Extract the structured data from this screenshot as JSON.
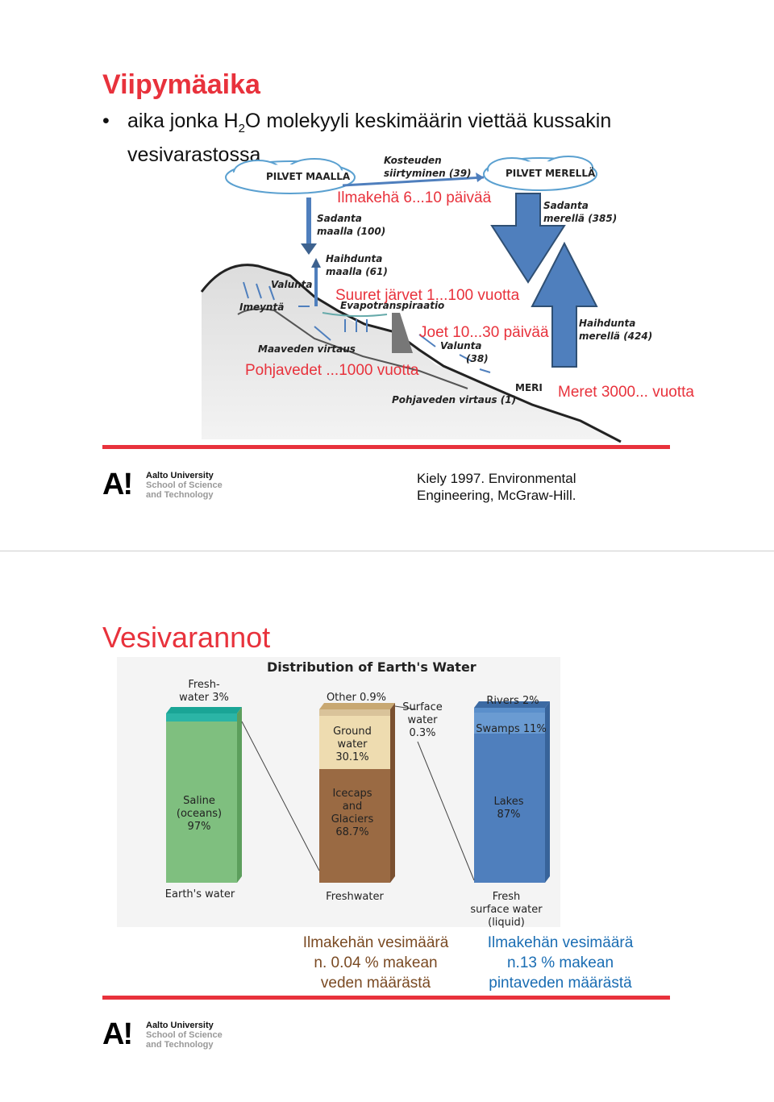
{
  "slide1": {
    "title": "Viipymäaika",
    "bullet_before": "aika jonka H",
    "bullet_sub": "2",
    "bullet_after": "O molekyyli keskimäärin viettää kussakin vesivarastossa",
    "overlays": {
      "atmosphere": "Ilmakehä 6...10 päivää",
      "lakes": "Suuret järvet 1...100 vuotta",
      "rivers": "Joet 10...30 päivää",
      "groundwater": "Pohjavedet ...1000 vuotta",
      "seas": "Meret 3000... vuotta"
    },
    "diagram": {
      "clouds_land": "PILVET MAALLA",
      "clouds_sea": "PILVET MERELLÄ",
      "moisture_1": "Kosteuden",
      "moisture_2": "siirtyminen (39)",
      "precip_land_1": "Sadanta",
      "precip_land_2": "maalla (100)",
      "precip_sea_1": "Sadanta",
      "precip_sea_2": "merellä (385)",
      "evap_land_1": "Haihdunta",
      "evap_land_2": "maalla (61)",
      "evap_sea_1": "Haihdunta",
      "evap_sea_2": "merellä (424)",
      "runoff": "Valunta",
      "infiltration": "Imeyntä",
      "evapotranspiration": "Evapotranspiraatio",
      "groundwater_flow": "Maaveden virtaus",
      "runoff_38_1": "Valunta",
      "runoff_38_2": "(38)",
      "sea": "MERI",
      "groundwater_flow_1": "Pohjaveden virtaus (1)"
    },
    "citation_1": "Kiely 1997. Environmental",
    "citation_2": "Engineering, McGraw-Hill."
  },
  "logo": {
    "mark": "A!",
    "line1": "Aalto University",
    "line2": "School of Science",
    "line3": "and Technology"
  },
  "slide2": {
    "title": "Vesivarannot",
    "chart_title": "Distribution of Earth's Water",
    "col1_top": [
      "Fresh-",
      "water 3%"
    ],
    "col1_main": [
      "Saline",
      "(oceans)",
      "97%"
    ],
    "col1_label": "Earth's water",
    "col2_other": "Other 0.9%",
    "col2_ground": [
      "Ground",
      "water",
      "30.1%"
    ],
    "col2_ice": [
      "Icecaps",
      "and",
      "Glaciers",
      "68.7%"
    ],
    "col2_label": "Freshwater",
    "col2_surface": [
      "Surface",
      "water",
      "0.3%"
    ],
    "col3_rivers": "Rivers 2%",
    "col3_swamps": "Swamps 11%",
    "col3_lakes": [
      "Lakes",
      "87%"
    ],
    "col3_label": [
      "Fresh",
      "surface water",
      "(liquid)"
    ],
    "caption_left": [
      "Ilmakehän vesimäärä",
      "n. 0.04 % makean",
      "veden määrästä"
    ],
    "caption_right": [
      "Ilmakehän vesimäärä",
      "n.13 % makean",
      "pintaveden määrästä"
    ],
    "colors": {
      "saline": "#7fbf7f",
      "freshwater_top": "#2bb5a6",
      "ground": "#eedcb0",
      "ice": "#9a6a43",
      "lakes": "#4f7fbd",
      "accent": "#e8323c"
    }
  }
}
